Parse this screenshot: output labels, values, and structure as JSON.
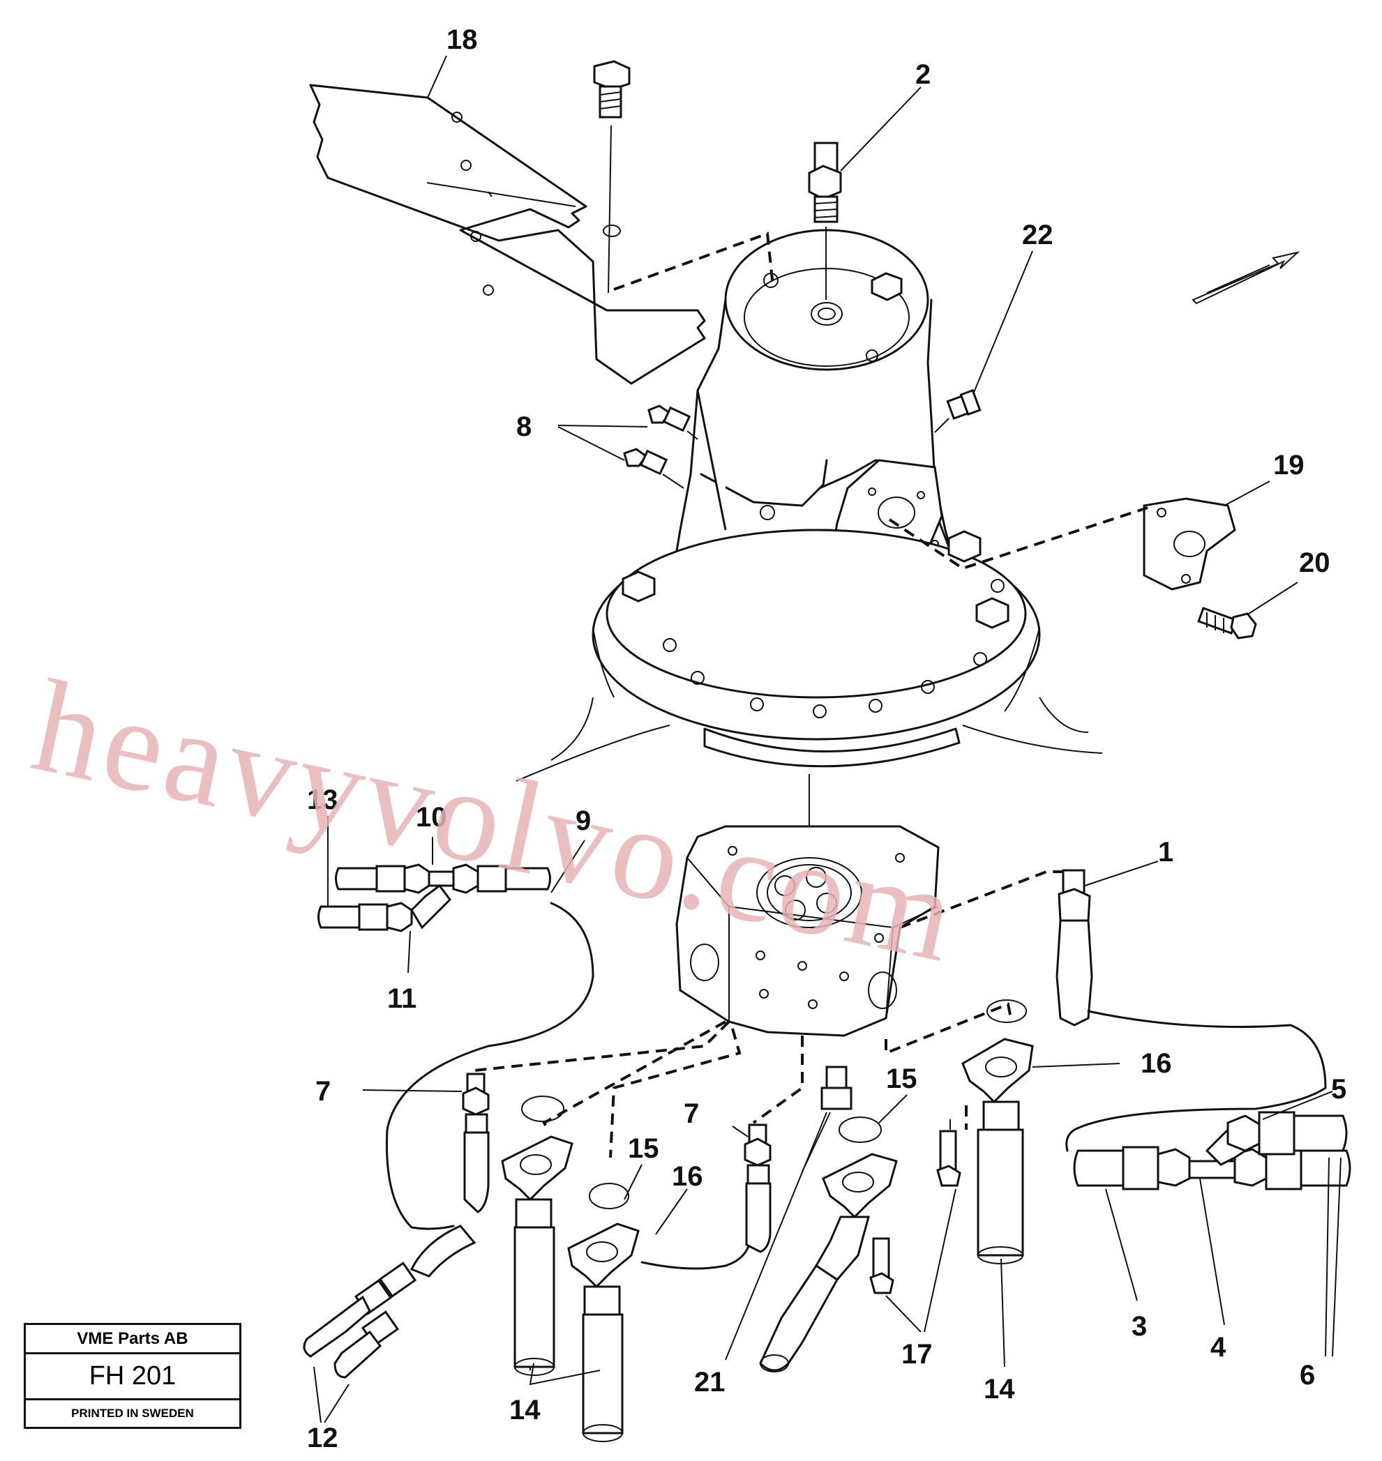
{
  "callouts": {
    "c1": "1",
    "c2": "2",
    "c3": "3",
    "c4": "4",
    "c5": "5",
    "c6": "6",
    "c7a": "7",
    "c7b": "7",
    "c8": "8",
    "c9": "9",
    "c10": "10",
    "c11": "11",
    "c12": "12",
    "c13": "13",
    "c14a": "14",
    "c14b": "14",
    "c15a": "15",
    "c15b": "15",
    "c16a": "16",
    "c16b": "16",
    "c17": "17",
    "c18": "18",
    "c19": "19",
    "c20": "20",
    "c21": "21",
    "c22": "22"
  },
  "watermark": "heavyvolvo.com",
  "stamp": {
    "company": "VME Parts AB",
    "code": "FH 201",
    "printed": "PRINTED IN SWEDEN"
  },
  "icons": [
    "direction-arrow-icon"
  ]
}
